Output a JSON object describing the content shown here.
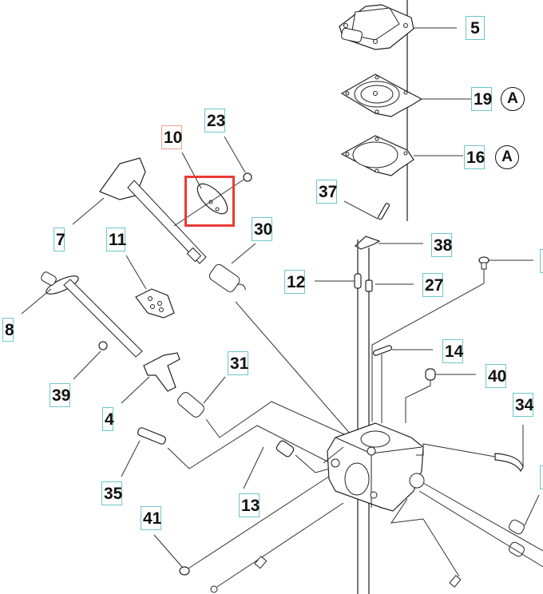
{
  "diagram": {
    "title": "Carburetor exploded parts diagram",
    "highlight_color": "#ea3a36",
    "label_border_color": "#6cc6cc",
    "selected_label_border_color": "#e3a58c",
    "selected_part": "10",
    "labels": {
      "p5": "5",
      "p19": "19",
      "p16": "16",
      "p23": "23",
      "p10": "10",
      "p37": "37",
      "p7": "7",
      "p11": "11",
      "p30": "30",
      "p38": "38",
      "p12": "12",
      "p27": "27",
      "p8": "8",
      "p14": "14",
      "p40": "40",
      "p31": "31",
      "p39": "39",
      "p4": "4",
      "p34": "34",
      "p35": "35",
      "p13": "13",
      "p41": "41"
    },
    "markers": {
      "p19_marker": "A",
      "p16_marker": "A"
    }
  }
}
